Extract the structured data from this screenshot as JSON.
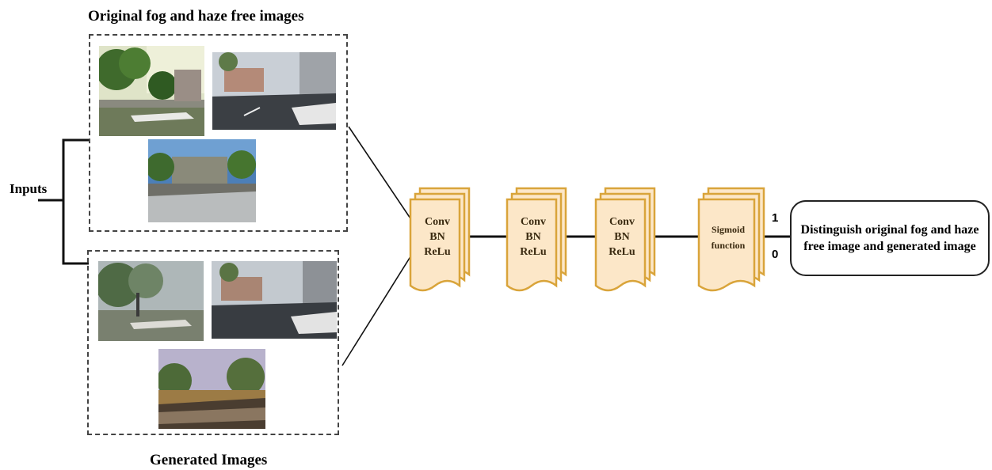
{
  "top_group": {
    "title": "Original fog and haze free images"
  },
  "bottom_group": {
    "title": "Generated Images"
  },
  "inputs_label": "Inputs",
  "blocks": [
    {
      "lines": [
        "Conv",
        "BN",
        "ReLu"
      ]
    },
    {
      "lines": [
        "Conv",
        "BN",
        "ReLu"
      ]
    },
    {
      "lines": [
        "Conv",
        "BN",
        "ReLu"
      ]
    },
    {
      "lines": [
        "Sigmoid",
        "function"
      ]
    }
  ],
  "outputs": {
    "one": "1",
    "zero": "0"
  },
  "result_box": {
    "text": "Distinguish original  fog and haze free image and generated image"
  },
  "colors": {
    "block_fill": "#fce7c8",
    "block_stroke": "#d9a43a",
    "line": "#111111"
  }
}
